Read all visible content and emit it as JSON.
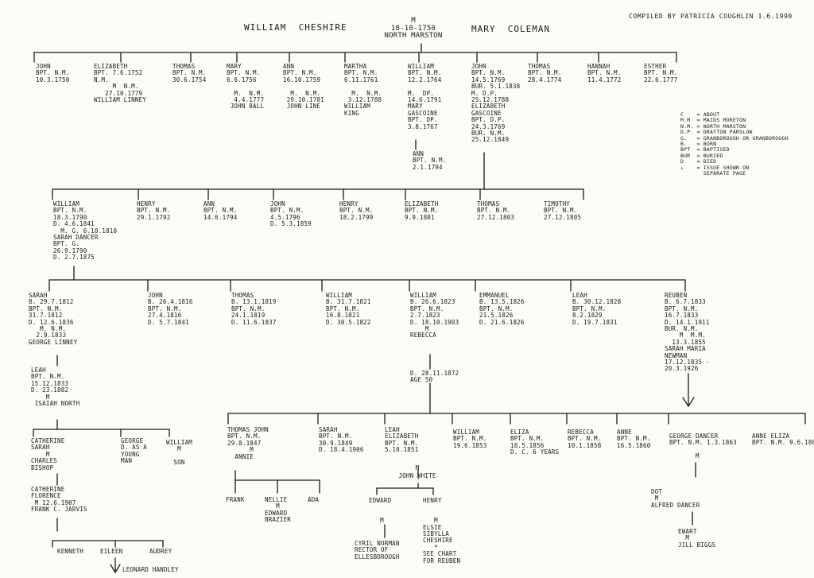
{
  "header": {
    "husband": "WILLIAM  CHESHIRE",
    "marriage": "M\n18-10-1750\nNORTH MARSTON",
    "wife": "MARY  COLEMAN",
    "compiled": "COMPILED BY PATRICIA COUGHLIN 1.6.1990"
  },
  "legend": "C    = ABOUT\nM.M  = MAIDS MORETON\nN.M. = NORTH MARSTON\nD.P. = DRAYTON PARSLOW\nG.   = GRANBOROUGH OR GRANBOROUGH\nB.   = BORN\nBPT  = BAPTISED\nBUR  = BURIED\nD    = DIED\n↓    = ISSUE SHOWN ON\n       SEPARATE PAGE",
  "gen1": [
    "JOHN\nBPT. N.M.\n10.3.1750",
    "ELIZABETH\nBPT. 7.6.1752\nN.M.\n     M  N.M.\n   27.10.1779\nWILLIAM LINNEY",
    "THOMAS\nBPT. N.M.\n30.6.1754",
    "MARY\nBPT. N.M.\n6.6.1756\n\n  M.  N.M.\n  4.4.1777\n JOHN BALL",
    "ANN\nBPT. N.M.\n16.10.1759\n\n  M.  N.M.\n 29.10.1781\n JOHN LINE",
    "MARTHA\nBPT. N.M.\n6.11.1761\n\n  M.  N.M.\n 3.12.1788\nWILLIAM\nKING",
    "WILLIAM\nBPT. N.M.\n12.2.1764\n\nM.  DP.\n14.6.1791\nMARY\nGASCOINE\nBPT. DP.\n3.8.1767",
    "JOHN\nBPT. N.M.\n14.5.1769\nBUR. 5.1.1838\nM. D.P.\n25.12.1788\nELIZABETH\nGASCOINE\nBPT. D.P.\n24.3.1769\nBUR. N.M.\n25.12.1849",
    "THOMAS\nBPT. N.M.\n28.4.1774",
    "HANNAH\nBPT. N.M.\n11.4.1772",
    "ESTHER\nBPT. N.M.\n22.6.1777"
  ],
  "gen1_child": "ANN\nBPT. N.M.\n2.1.1794",
  "gen2": [
    "WILLIAM\nBPT. N.M.\n18.3.1790\nD. 4.6.1841\n  M. G. 6.10.1810\nSARAH DANCER\nBPT. G.\n26.9.1790\nD. 2.7.1875",
    "HENRY\nBPT. N.M.\n29.1.1792",
    "ANN\nBPT. N.M.\n14.6.1794",
    "JOHN\nBPT. N.M.\n4.5.1796\nD. 5.3.1859",
    "HENRY\nBPT. N.M.\n18.2.1799",
    "ELIZABETH\nBPT. N.M.\n9.9.1801",
    "THOMAS\nBPT. N.M.\n27.12.1803",
    "TIMOTHY\nBPT. N.M.\n27.12.1805"
  ],
  "gen3": [
    "SARAH\nB. 29.7.1812\nBPT. N.M.\n31.7.1812\nD. 12.6.1836\n   M. N.M.\n  2.9.1833\nGEORGE LINNEY",
    "JOHN\nB. 26.4.1816\nBPT. N.M.\n27.4.1816\nD. 5.7.1841",
    "THOMAS\nB. 13.1.1819\nBPT. N.M.\n24.1.1819\nD. 11.6.1837",
    "WILLIAM\nB. 31.7.1821\nBPT. N.M.\n16.8.1821\nD. 30.5.1822",
    "WILLIAM\nB. 26.6.1823\nBPT. N.M.\n2.7.1823\nD. 18.10.1903\n    M\nREBECCA",
    "EMMANUEL\nB. 13.5.1826\nBPT. N.M.\n21.5.1826\nD. 21.6.1826",
    "LEAH\nB. 30.12.1828\nBPT. N.M.\n8.2.1829\nD. 19.7.1831",
    "REUBEN\nB. 6.7.1833\nBPT. N.M.\n16.7.1833\nD. 14.1.1911\nBUR. N.M.\n    M  M.M.\n  13.3.1855\nSARAH MARIA\nNEWMAN\n17.12.1835 -\n20.3.1926"
  ],
  "rebecca_note": "D. 28.11.1872\nAGE 50",
  "leah": "LEAH\nBPT. N.M.\n15.12.1833\nD. 23.1882\n    M\n ISAIAH NORTH",
  "north_children": [
    "CATHERINE\nSARAH\n    M\nCHARLES\nBISHOP",
    "GEORGE\nD. AS A\nYOUNG\nMAN",
    "WILLIAM\n   M\n\n  SON"
  ],
  "catherine_florence": "CATHERINE\nFLORENCE\n M 12.6.1907\nFRANK C. JARVIS",
  "jarvis_children": [
    "KENNETH",
    "EILEEN",
    "AUDREY"
  ],
  "eileen_note": "LEONARD HANDLEY",
  "gen4": [
    "THOMAS JOHN\nBPT. N.M.\n29.8.1847\n      M\n  ANNIE",
    "SARAH\nBPT. N.M.\n30.9.1849\nD. 18.4.1906",
    "LEAH\nELIZABETH\nBPT. N.M.\n5.10.1851",
    "WILLIAM\nBPT. N.M.\n19.6.1853",
    "ELIZA\nBPT. N.M.\n18.5.1856\nD. C. 6 YEARS",
    "REBECCA\nBPT. N.M.\n10.1.1858",
    "ANNE\nBPT. N.M.\n16.5.1860",
    "GEORGE DANCER\nBPT. N.M. 1.3.1863\n\n       M",
    "ANNE ELIZA\nBPT. N.M. 9.6.186"
  ],
  "thomas_children": [
    "FRANK",
    "NELLIE\n   M\nEDWARD\nBRAZIER",
    "ADA"
  ],
  "leah_spouse": "M\nJOHN WHITE",
  "white_children": [
    "EDWARD\n\n\n   M",
    "HENRY\n\n\n   M\nELSIE\nSIBYLLA\nCHESHIRE\n   *\nSEE CHART\nFOR REUBEN"
  ],
  "cyril": "CYRIL NORMAN\nRECTOR OF\nELLESBOROUGH",
  "dot": "DOT\n M\nALFRED DANCER",
  "ewart": "EWART\n  M\nJILL BIGGS"
}
